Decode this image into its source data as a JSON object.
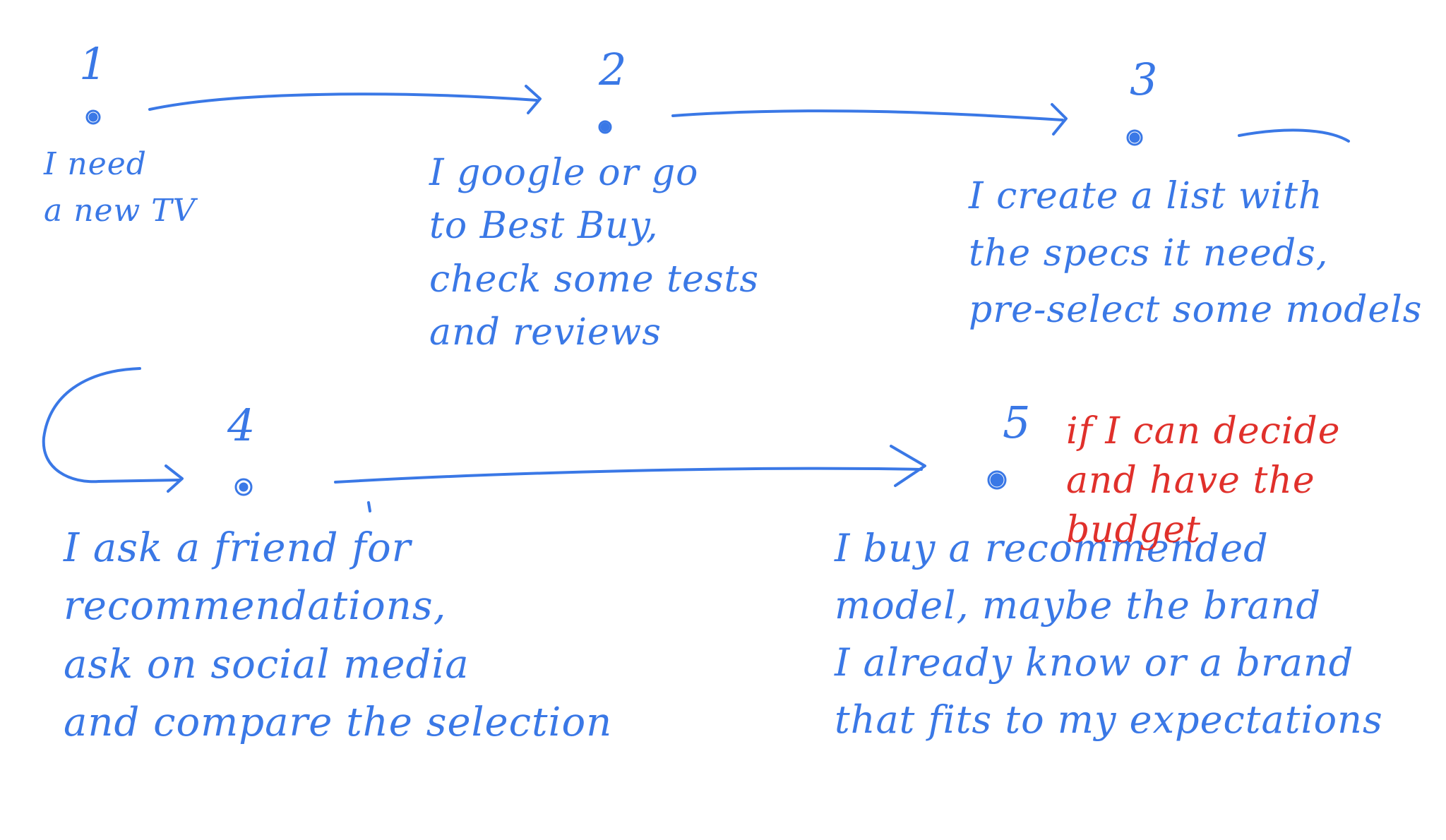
{
  "colors": {
    "ink_blue": "#3a78e6",
    "ink_red": "#e0302b",
    "background": "#ffffff"
  },
  "steps": [
    {
      "number": "1",
      "text": "I need\na new TV"
    },
    {
      "number": "2",
      "text": "I google or go\nto Best Buy,\ncheck some tests\nand reviews"
    },
    {
      "number": "3",
      "text": "I create a list with\nthe specs it needs,\npre-select some models"
    },
    {
      "number": "4",
      "text": "I ask a friend for\nrecommendations,\nask on social media\nand compare the selection"
    },
    {
      "number": "5",
      "text": "I buy a recommended\nmodel, maybe the brand\nI already know or a brand\nthat fits to my expectations"
    }
  ],
  "condition_note": "if I can decide\nand have the budget"
}
